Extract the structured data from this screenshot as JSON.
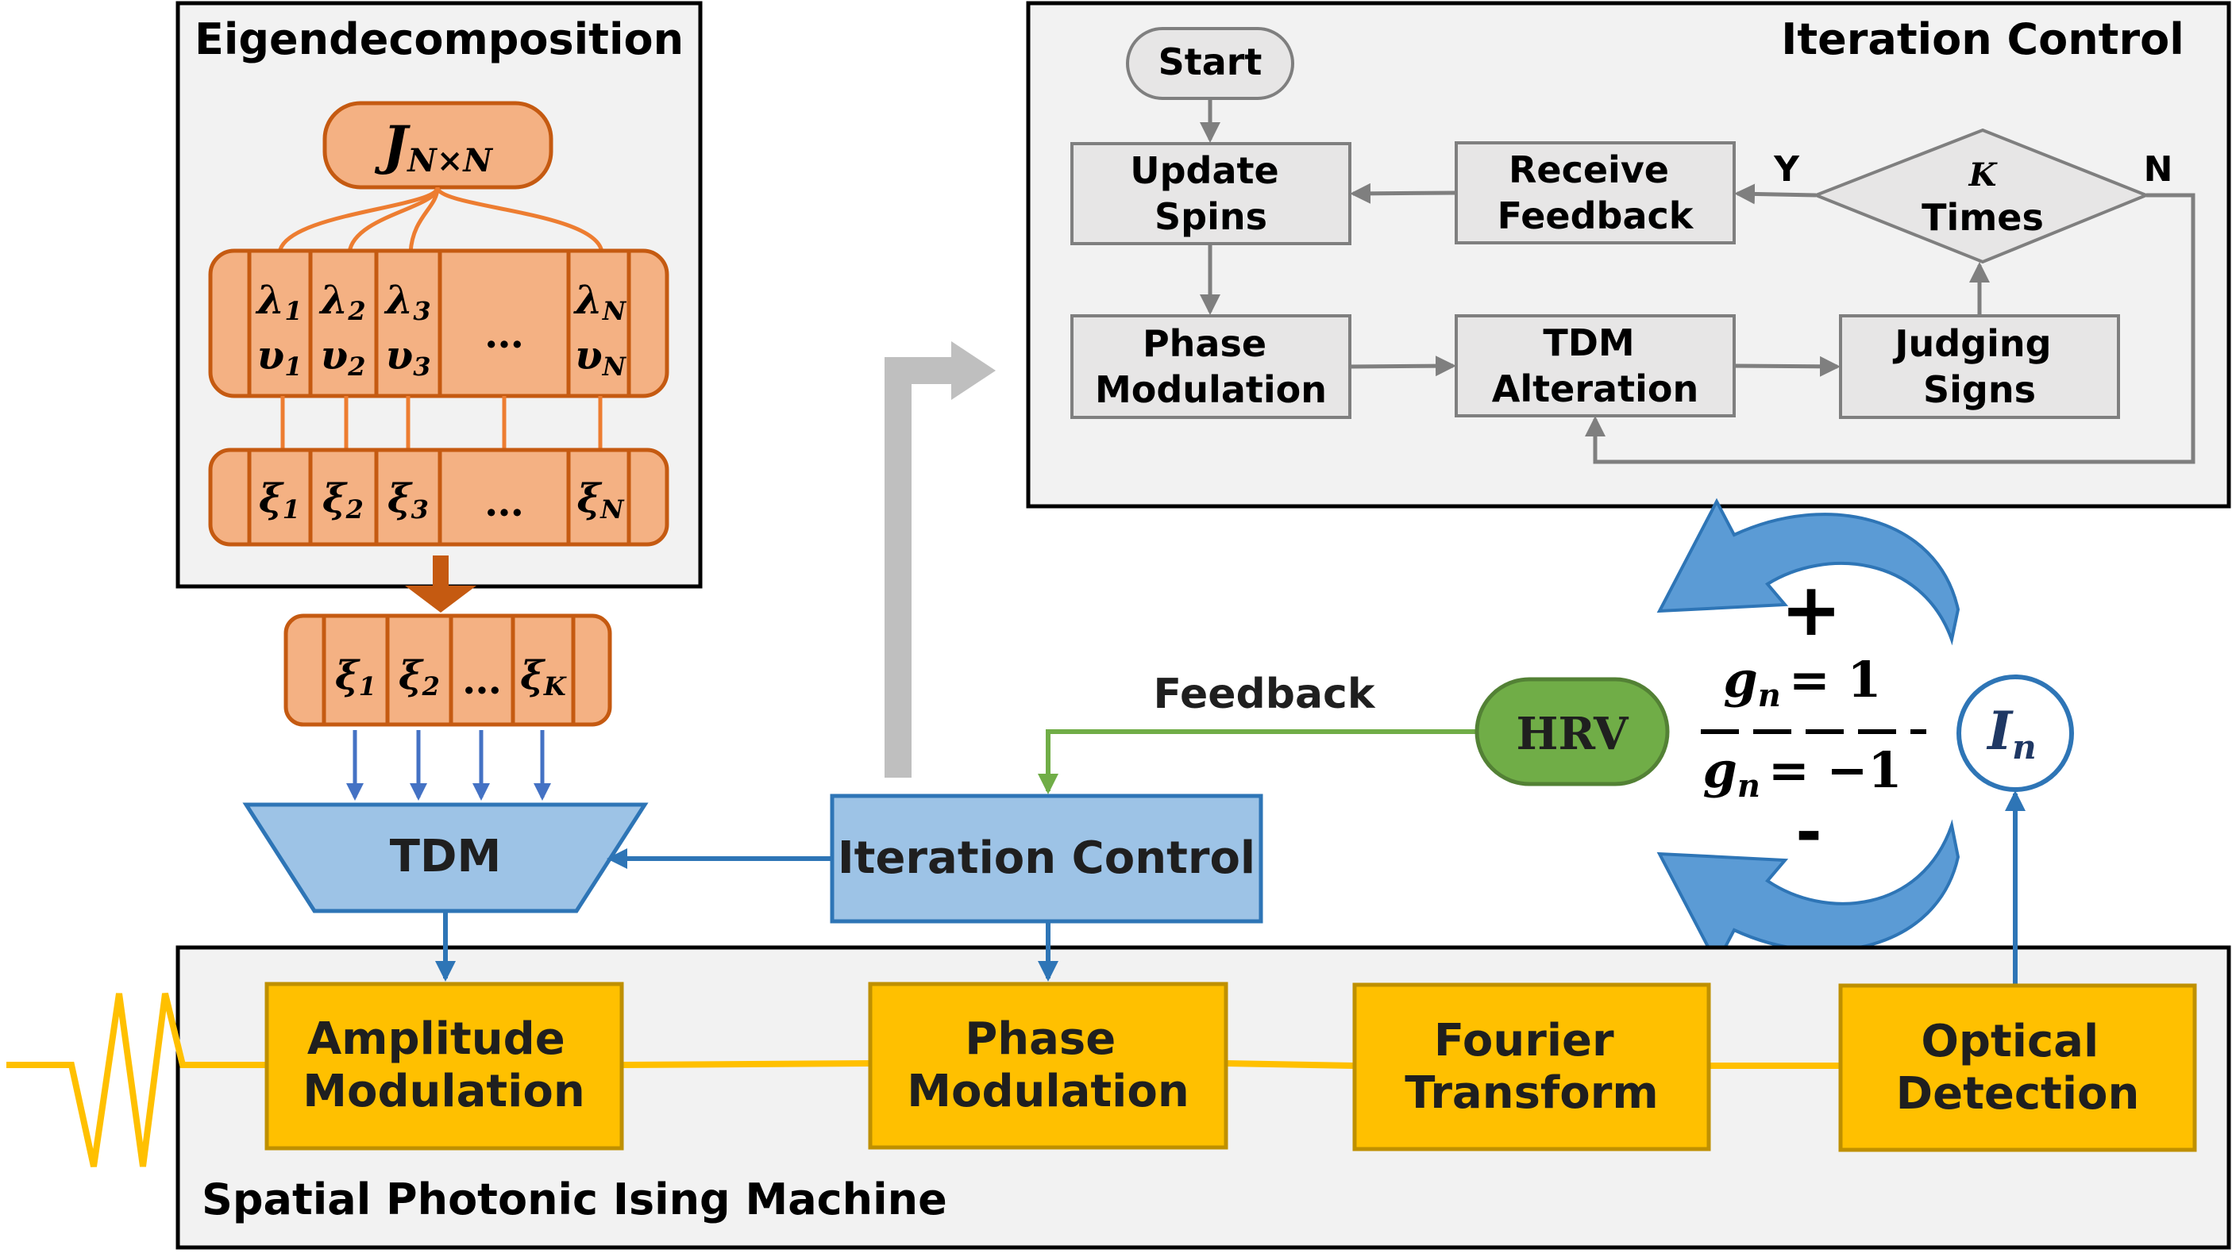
{
  "eigendecomposition": {
    "title": "Eigendecomposition",
    "matrix_label": "J",
    "matrix_sub": "N×N",
    "eigen_cells": [
      {
        "lambda": "λ",
        "lambda_sub": "1",
        "v": "υ",
        "v_sub": "1"
      },
      {
        "lambda": "λ",
        "lambda_sub": "2",
        "v": "υ",
        "v_sub": "2"
      },
      {
        "lambda": "λ",
        "lambda_sub": "3",
        "v": "υ",
        "v_sub": "3"
      },
      {
        "lambda": "…",
        "lambda_sub": "",
        "v": "",
        "v_sub": ""
      },
      {
        "lambda": "λ",
        "lambda_sub": "N",
        "v": "υ",
        "v_sub": "N"
      }
    ],
    "xi_cells": [
      {
        "sym": "ξ",
        "sub": "1"
      },
      {
        "sym": "ξ",
        "sub": "2"
      },
      {
        "sym": "ξ",
        "sub": "3"
      },
      {
        "sym": "…",
        "sub": ""
      },
      {
        "sym": "ξ",
        "sub": "N"
      }
    ],
    "selected_cells": [
      {
        "sym": "ξ",
        "sub": "1"
      },
      {
        "sym": "ξ",
        "sub": "2"
      },
      {
        "sym": "…",
        "sub": ""
      },
      {
        "sym": "ξ",
        "sub": "K"
      }
    ]
  },
  "iteration_panel": {
    "title": "Iteration Control",
    "start": "Start",
    "update_spins": [
      "Update",
      "Spins"
    ],
    "receive_feedback": [
      "Receive",
      "Feedback"
    ],
    "decision_k": "K",
    "decision_times": "Times",
    "yes": "Y",
    "no": "N",
    "phase_modulation": [
      "Phase",
      "Modulation"
    ],
    "tdm_alteration": [
      "TDM",
      "Alteration"
    ],
    "judging_signs": [
      "Judging",
      "Signs"
    ]
  },
  "middle": {
    "tdm": "TDM",
    "iteration_control": "Iteration Control",
    "feedback": "Feedback",
    "hrv": "HRV",
    "plus": "+",
    "minus": "-",
    "g_top_sym": "g",
    "g_top_sub": "n",
    "g_top_val": "= 1",
    "g_bottom_sym": "g",
    "g_bottom_sub": "n",
    "g_bottom_val": "= −1",
    "intensity_sym": "I",
    "intensity_sub": "n"
  },
  "spim": {
    "label": "Spatial Photonic Ising Machine",
    "amplitude_modulation": [
      "Amplitude",
      "Modulation"
    ],
    "phase_modulation": [
      "Phase",
      "Modulation"
    ],
    "fourier_transform": [
      "Fourier",
      "Transform"
    ],
    "optical_detection": [
      "Optical",
      "Detection"
    ]
  },
  "colors": {
    "orange_fill": "#f4b183",
    "orange_stroke": "#c55a11",
    "orange_arrow": "#c55a11",
    "blue_fill": "#9dc3e6",
    "blue_stroke": "#2e75b6",
    "blue_arrow": "#2e75b6",
    "yellow_fill": "#ffc000",
    "yellow_stroke": "#bf9000",
    "green_fill": "#70ad47",
    "green_stroke": "#538135",
    "panel_fill": "#f2f2f2",
    "grey_box": "#e7e6e6",
    "grey_arrow": "#bfbfbf"
  }
}
